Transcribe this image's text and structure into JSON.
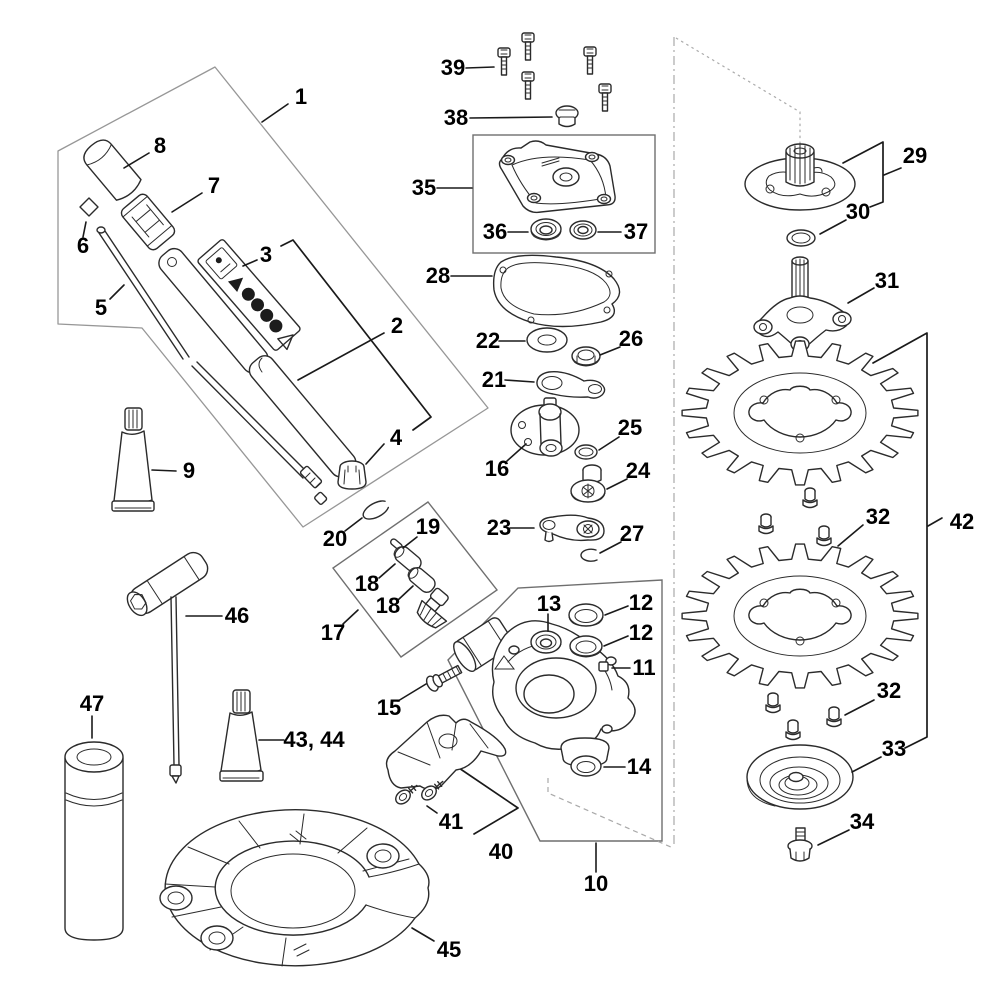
{
  "app": {
    "type": "exploded-parts-diagram",
    "background": "#ffffff",
    "line_color": "#2b2b2b",
    "construction_line_color": "#979797",
    "label_color": "#000000"
  },
  "callouts": {
    "n1": "1",
    "n2": "2",
    "n3": "3",
    "n4": "4",
    "n5": "5",
    "n6": "6",
    "n7": "7",
    "n8": "8",
    "n9": "9",
    "n10": "10",
    "n11": "11",
    "n12": "12",
    "n13": "13",
    "n14": "14",
    "n15": "15",
    "n16": "16",
    "n17": "17",
    "n18": "18",
    "n19": "19",
    "n20": "20",
    "n21": "21",
    "n22": "22",
    "n23": "23",
    "n24": "24",
    "n25": "25",
    "n26": "26",
    "n27": "27",
    "n28": "28",
    "n29": "29",
    "n30": "30",
    "n31": "31",
    "n32": "32",
    "n33": "33",
    "n34": "34",
    "n35": "35",
    "n36": "36",
    "n37": "37",
    "n38": "38",
    "n39": "39",
    "n40": "40",
    "n41": "41",
    "n42": "42",
    "n43_44": "43, 44",
    "n45": "45",
    "n46": "46",
    "n47": "47"
  }
}
